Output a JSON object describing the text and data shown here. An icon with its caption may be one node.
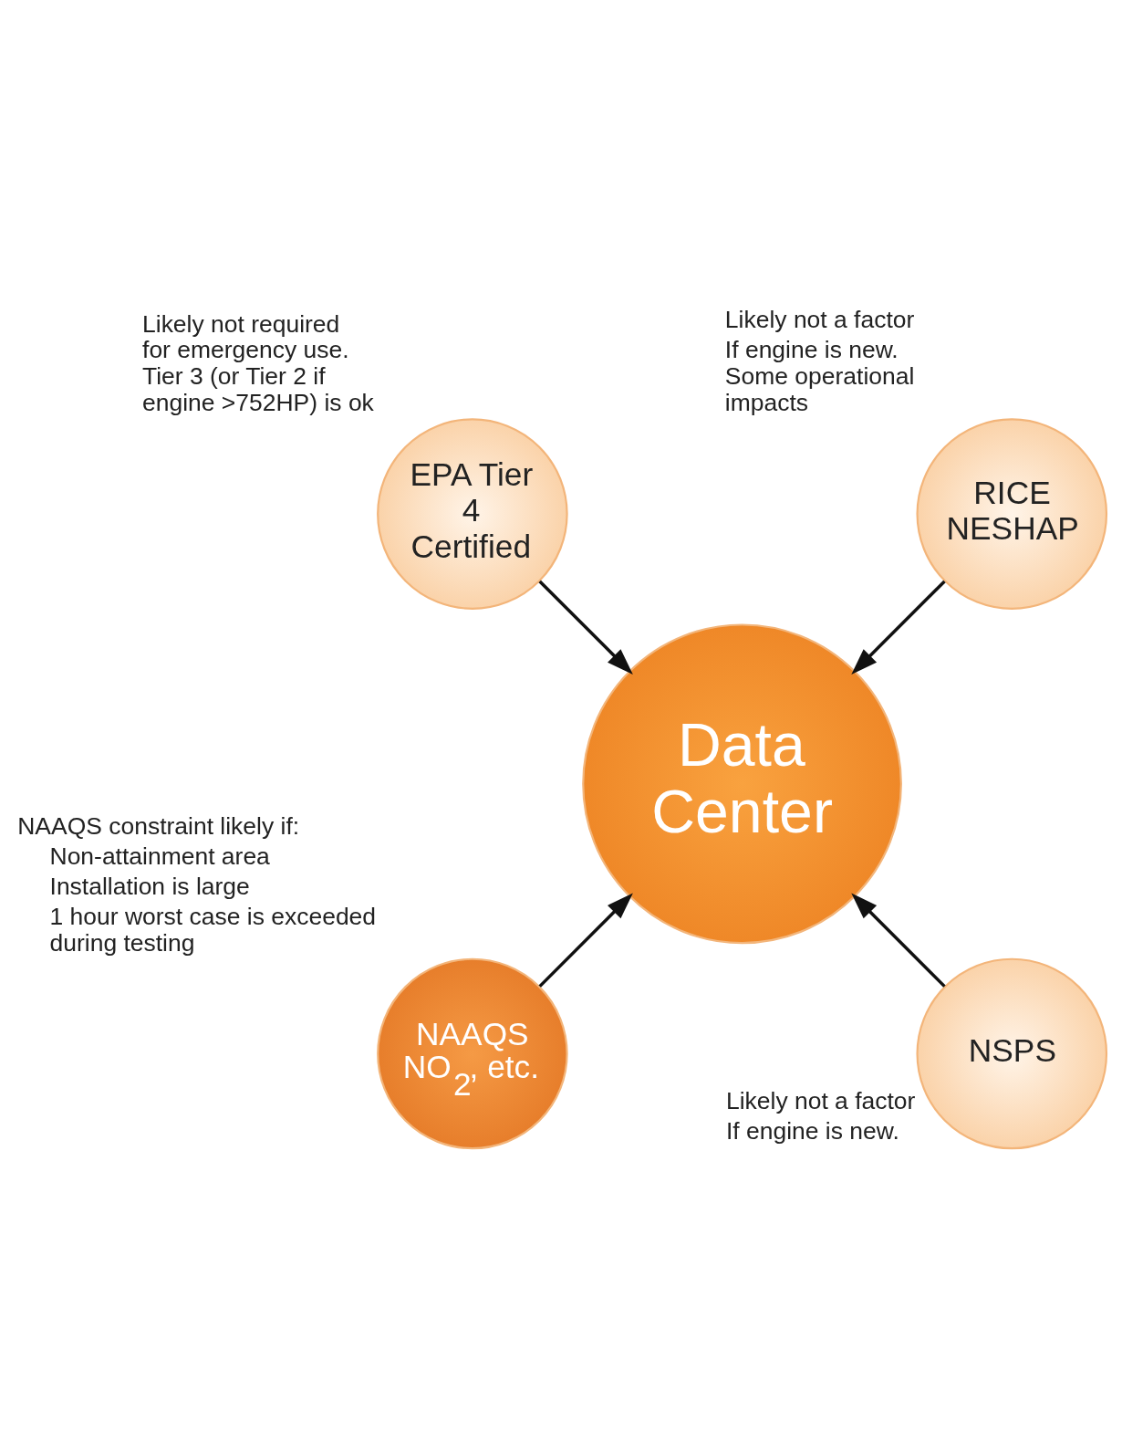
{
  "diagram": {
    "nodes": [
      {
        "text": [
          "RICE NESHAP"
        ],
        "beside": [
          "Likely not a factor",
          "If engine is new. Some operational impacts"
        ]
      },
      {
        "text": [
          "EPA Tier 4 Certified"
        ],
        "beside": [
          "Likely not required for emergency use. Tier 3 (or Tier 2 if engine >752HP) is ok"
        ]
      },
      {
        "text": [
          "Data Center"
        ]
      },
      {
        "text": [
          "NAAQS NO$_{2}$, etc."
        ],
        "beside": [
          "NAAQS constraint likely if:",
          "Non-attainment area",
          "Installation is large",
          "1 hour worst case is exceeded during testing"
        ]
      },
      {
        "text": [
          "NSPS"
        ],
        "beside": [
          "Likely not a factor",
          "If engine is new."
        ]
      }
    ],
    "edges": [
      {
        "from": 0,
        "to": 2,
        "arrow": "to"
      },
      {
        "from": 1,
        "to": 2,
        "arrow": "to"
      },
      {
        "from": 3,
        "to": 2,
        "arrow": "to"
      },
      {
        "from": 4,
        "to": 2,
        "arrow": "to"
      }
    ]
  }
}
